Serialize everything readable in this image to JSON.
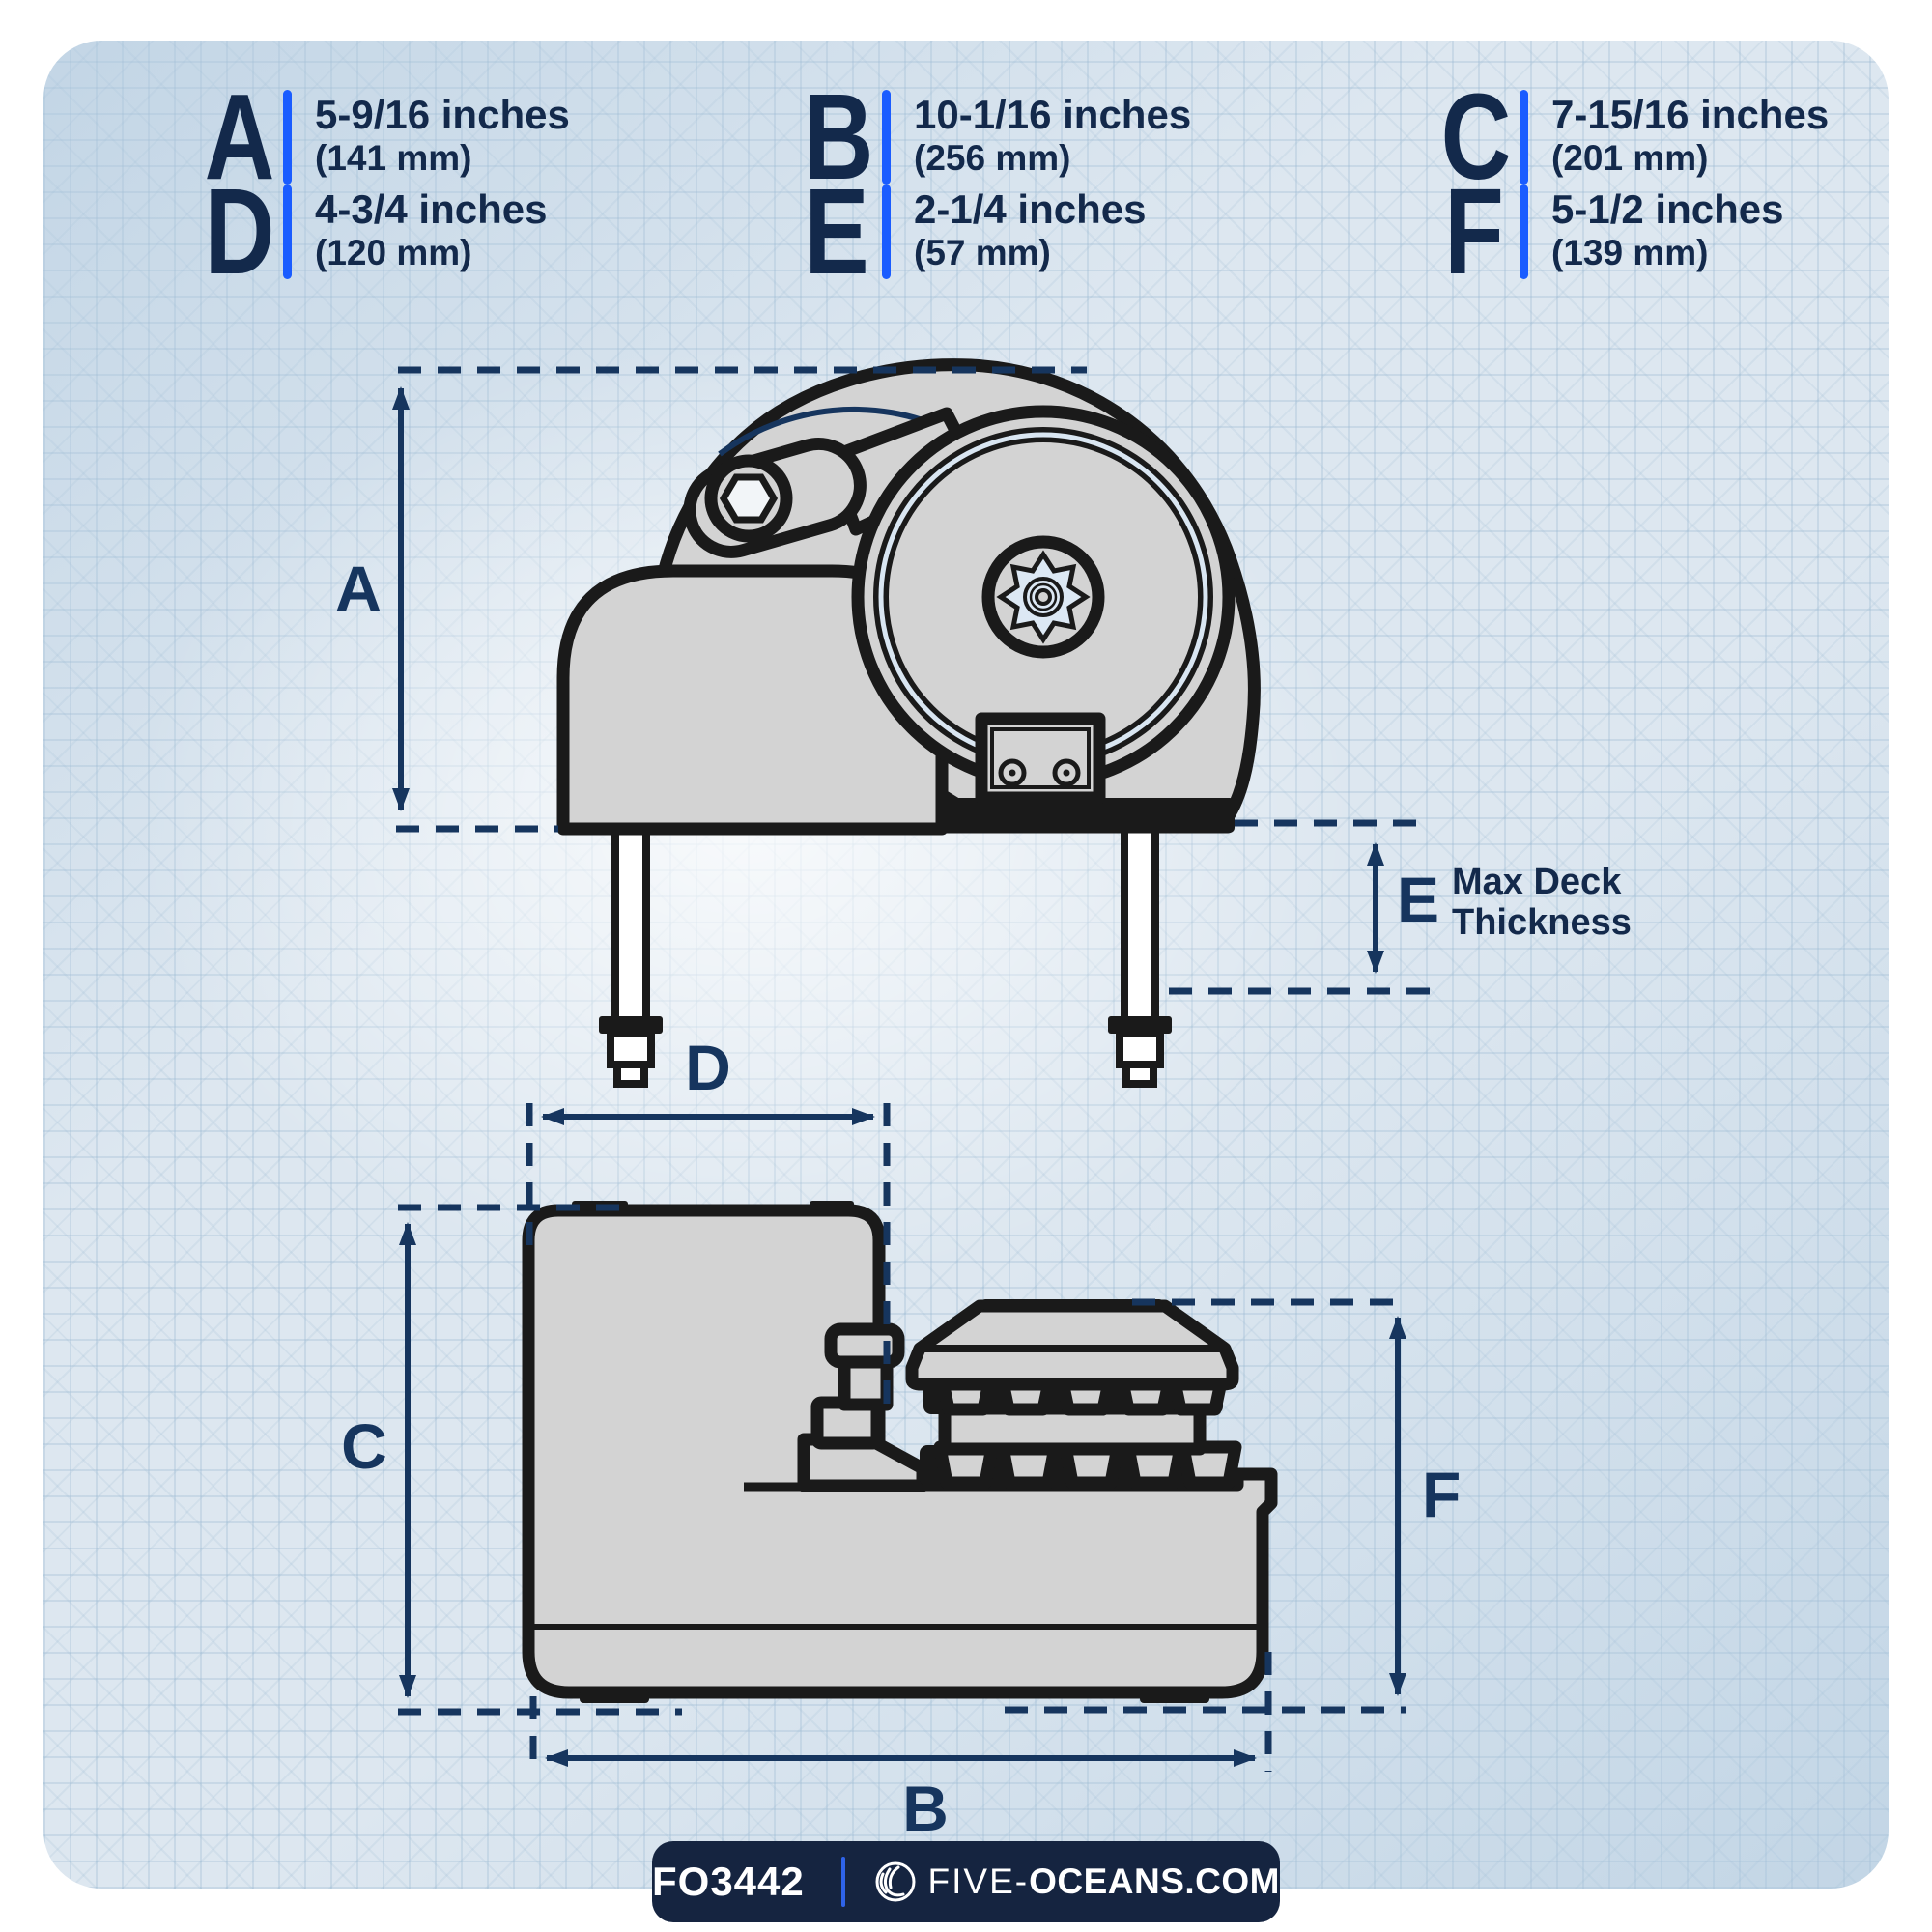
{
  "colors": {
    "accent_blue": "#1A5CFF",
    "navy_text": "#13294B",
    "dimension_navy": "#16355E",
    "drawing_outline": "#1A1A1A",
    "drawing_fill": "#D3D3D3",
    "ring_highlight": "#D9E6F2",
    "footer_bg": "#152440",
    "panel_bg": "#DDE7F0"
  },
  "legend": {
    "items": [
      {
        "letter": "A",
        "inches": "5-9/16 inches",
        "mm": "(141 mm)"
      },
      {
        "letter": "B",
        "inches": "10-1/16 inches",
        "mm": "(256 mm)"
      },
      {
        "letter": "C",
        "inches": "7-15/16 inches",
        "mm": "(201 mm)"
      },
      {
        "letter": "D",
        "inches": "4-3/4 inches",
        "mm": "(120 mm)"
      },
      {
        "letter": "E",
        "inches": "2-1/4 inches",
        "mm": "(57 mm)"
      },
      {
        "letter": "F",
        "inches": "5-1/2 inches",
        "mm": "(139 mm)"
      }
    ]
  },
  "diagram": {
    "side_view": {
      "dim_a": "A",
      "dim_e": "E",
      "deck_note_line1": "Max Deck",
      "deck_note_line2": "Thickness"
    },
    "front_view": {
      "dim_b": "B",
      "dim_c": "C",
      "dim_d": "D",
      "dim_f": "F"
    }
  },
  "footer": {
    "model": "FO3442",
    "site_light": "FIVE-",
    "site_bold": "OCEANS.COM",
    "logo_icon": "waves-logo-icon"
  }
}
